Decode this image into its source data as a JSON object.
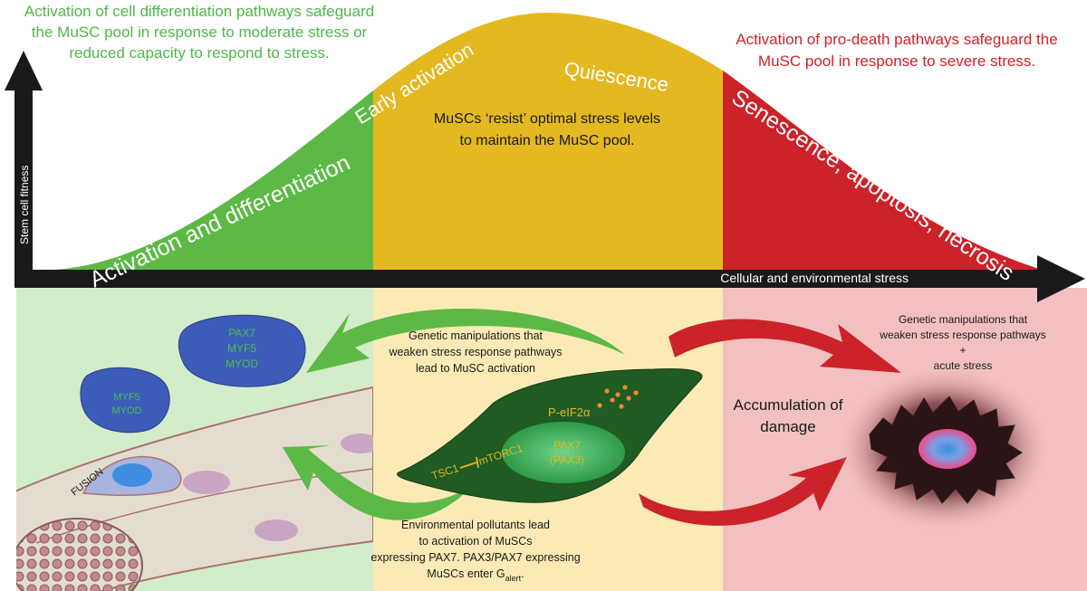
{
  "header": {
    "green_note_lines": [
      "Activation of cell differentiation pathways safeguard",
      "the MuSC pool in response to moderate stress or",
      "reduced capacity to respond to stress."
    ],
    "red_note_lines": [
      "Activation of pro-death pathways safeguard the",
      "MuSC pool in response to severe stress."
    ]
  },
  "axes": {
    "y_label": "Stem cell fitness",
    "x_label": "Cellular and environmental stress"
  },
  "curve": {
    "green_region_label": "Activation and differentiation",
    "early_activation_label": "Early activation",
    "quiescence_label": "Quiescence",
    "yellow_region_text_lines": [
      "MuSCs ‘resist’ optimal stress levels",
      "to maintain the MuSC pool."
    ],
    "red_region_label": "Senescence, apoptosis, necrosis"
  },
  "lower_panel": {
    "cell_large_labels": [
      "PAX7",
      "MYF5",
      "MYOD"
    ],
    "cell_small_labels": [
      "MYF5",
      "MYOD"
    ],
    "fusion_label": "FUSION",
    "genetic_green_lines": [
      "Genetic manipulations that",
      "weaken stress response pathways",
      "lead to MuSC activation"
    ],
    "muSC_labels": {
      "p_eif2a": "P-eIF2α",
      "tsc1": "TSC1",
      "mtorc1": "mTORC1",
      "pax7": "PAX7",
      "pax3": "(PAX3)"
    },
    "environmental_lines": [
      "Environmental pollutants lead",
      "to activation of MuSCs",
      "expressing PAX7.  PAX3/PAX7 expressing",
      "MuSCs enter G"
    ],
    "g_alert_subscript": "alert",
    "g_alert_suffix": ".",
    "genetic_red_lines": [
      "Genetic manipulations that",
      "weaken stress response pathways",
      "+",
      "acute stress"
    ],
    "accumulation_lines": [
      "Accumulation of",
      "damage"
    ]
  },
  "colors": {
    "green": "#5cb946",
    "yellow": "#e4b820",
    "red": "#cc2229",
    "green_bg": "#d3ecc9",
    "yellow_bg": "#fbeab6",
    "red_bg": "#f2c0c0",
    "green_text": "#4db848",
    "red_text": "#d42027",
    "cell_blue": "#3d5bb8",
    "musc_green": "#1f5b22"
  }
}
